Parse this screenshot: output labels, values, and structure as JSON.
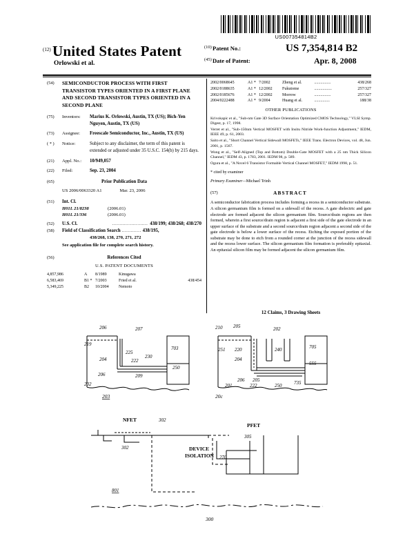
{
  "barcode": {
    "text": "US007354814B2"
  },
  "masthead": {
    "office_code": "(12)",
    "title": "United States Patent",
    "inventor_line": "Orlowski et al.",
    "patent_no_code": "(10)",
    "patent_no_label": "Patent No.:",
    "patent_no_value": "US 7,354,814 B2",
    "date_code": "(45)",
    "date_label": "Date of Patent:",
    "date_value": "Apr. 8, 2008"
  },
  "left_column": {
    "title_code": "(54)",
    "title_text": "SEMICONDUCTOR PROCESS WITH FIRST TRANSISTOR TYPES ORIENTED IN A FIRST PLANE AND SECOND TRANSISTOR TYPES ORIENTED IN A SECOND PLANE",
    "inventors_code": "(75)",
    "inventors_label": "Inventors:",
    "inventors_value": "Marius K. Orlowski, Austin, TX (US); Bich-Yen Nguyen, Austin, TX (US)",
    "assignee_code": "(73)",
    "assignee_label": "Assignee:",
    "assignee_value": "Freescale Semiconductor, Inc., Austin, TX (US)",
    "notice_code": "( * )",
    "notice_label": "Notice:",
    "notice_value": "Subject to any disclaimer, the term of this patent is extended or adjusted under 35 U.S.C. 154(b) by 215 days.",
    "appl_code": "(21)",
    "appl_label": "Appl. No.:",
    "appl_value": "10/949,057",
    "filed_code": "(22)",
    "filed_label": "Filed:",
    "filed_value": "Sep. 23, 2004",
    "prior_pub_code": "(65)",
    "prior_pub_head": "Prior Publication Data",
    "prior_pub_number": "US 2006/0063320 A1",
    "prior_pub_date": "Mar. 23, 2006",
    "intcl_code": "(51)",
    "intcl_label": "Int. Cl.",
    "intcl_rows": [
      {
        "classification": "H01L 21/8238",
        "year": "(2006.01)"
      },
      {
        "classification": "H01L 21/336",
        "year": "(2006.01)"
      }
    ],
    "uscl_code": "(52)",
    "uscl_label": "U.S. Cl.",
    "uscl_dots": "........................",
    "uscl_value": "438/199; 438/268; 438/270",
    "focs_code": "(58)",
    "focs_label": "Field of Classification Search",
    "focs_dots": ".............",
    "focs_value": "438/195,",
    "focs_value2": "438/268, 138, 270, 271, 272",
    "focs_note": "See application file for complete search history.",
    "refs_code": "(56)",
    "refs_head": "References Cited",
    "us_pat_docs_head": "U.S. PATENT DOCUMENTS",
    "us_patents": [
      {
        "number": "4,857,986",
        "kind": "A",
        "date": "8/1989",
        "name": "Kinugawa",
        "class": ""
      },
      {
        "number": "6,583,469",
        "kind": "B1 *",
        "date": "7/2003",
        "name": "Fried et al.",
        "dots": "...............",
        "class": "438/454"
      },
      {
        "number": "5,349,225",
        "kind": "B2",
        "date": "10/2004",
        "name": "Nemoto",
        "class": ""
      }
    ]
  },
  "right_column": {
    "us_patents_cont": [
      {
        "number": "2002/0068645",
        "kind": "A1 *",
        "date": "7/2002",
        "name": "Zheng et al.",
        "dots": "................",
        "class": "438/268"
      },
      {
        "number": "2002/0188635",
        "kind": "A1 *",
        "date": "12/2002",
        "name": "Fukutome",
        "dots": ".................",
        "class": "257/327"
      },
      {
        "number": "2002/0185676",
        "kind": "A1 *",
        "date": "12/2002",
        "name": "Morrow",
        "dots": "................",
        "class": "257/327"
      },
      {
        "number": "2004/0222488",
        "kind": "A1 *",
        "date": "9/2004",
        "name": "Huang et al.",
        "dots": "...............",
        "class": "188/38"
      }
    ],
    "other_pub_head": "OTHER PUBLICATIONS",
    "other_publications": [
      "Krivokapic et al., \"Sub-nm Gate 3D Surface Orientation Optimized CMOS Technology,\" VLSI Symp. Digest, p. 17, 1998.",
      "Verret et al., \"Sub-150nm Vertical MOSFET with Insitu Nitride Work-function Adjustment,\" IEDM, IEEE 49, p. 61, 2003.",
      "Saito et al., \"Short Channel Vertical Sidewall MOSFETs,\" IEEE Trans. Electron Devices, vol. 48, Jun. 2001, p. 1567.",
      "Wong et al., \"Self-Aligned (Top and Bottom) Double-Gate MOSFET with a 25 nm Thick Silicon Channel,\" IEDM 43, p. 1783, 2001. IEDM 98, p. 589.",
      "Ogura et al., \"A Novel 6 Transistor Formable Vertical Channel MOSFET,\" IEDM 1998, p. 51."
    ],
    "cited_by": "* cited by examiner",
    "examiner_label": "Primary Examiner",
    "examiner_dash": "—",
    "examiner_name": "Michael Trinh",
    "abstract_code": "(57)",
    "abstract_head": "ABSTRACT",
    "abstract_text": "A semiconductor fabrication process includes forming a recess in a semiconductor substrate. A silicon germanium film is formed on a sidewall of the recess. A gate dielectric and gate electrode are formed adjacent the silicon germanium film. Source/drain regions are then formed, wherein a first source/drain region is adjacent a first side of the gate electrode in an upper surface of the substrate and a second source/drain region adjacent a second side of the gate electrode is below a lower surface of the recess. Etching the exposed portion of the substrate may be done to etch from a rounded corner at the junction of the recess sidewall and the recess lower surface. The silicon germanium film formation is preferably epitaxial. An epitaxial silicon film may be formed adjacent the silicon germanium film.",
    "claims_line": "12 Claims, 3 Drawing Sheets"
  },
  "drawings": {
    "fig_left": {
      "labels": [
        "206",
        "207",
        "204",
        "225",
        "230",
        "222",
        "206",
        "209",
        "202",
        "250",
        "203",
        "219"
      ],
      "caption": "203"
    },
    "fig_right": {
      "labels": [
        "210",
        "205",
        "202",
        "251",
        "220",
        "240",
        "204",
        "705",
        "555",
        "206",
        "205",
        "222",
        "250",
        "735",
        "201"
      ],
      "caption": "20c"
    },
    "fig_bottom": {
      "label_nfet": "NFET",
      "label_pfet": "PFET",
      "label_isolation": "DEVICE ISOLATION",
      "labels": [
        "302",
        "302",
        "305",
        "270",
        "801",
        "300"
      ],
      "caption": "300"
    }
  }
}
